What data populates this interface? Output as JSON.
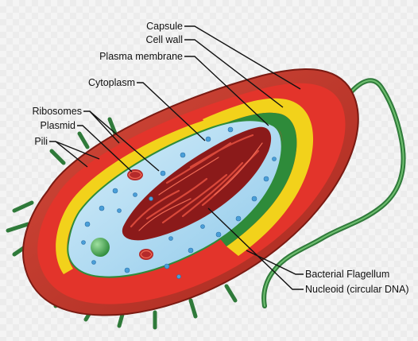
{
  "labels": {
    "capsule": "Capsule",
    "cell_wall": "Cell wall",
    "plasma_membrane": "Plasma membrane",
    "cytoplasm": "Cytoplasm",
    "ribosomes": "Ribosomes",
    "plasmid": "Plasmid",
    "pili": "Pili",
    "flagellum": "Bacterial Flagellum",
    "nucleoid": "Nucleoid (circular DNA)"
  },
  "colors": {
    "capsule": "#c0392b",
    "cell_wall": "#e3342b",
    "plasma_membrane_outer": "#f2d21b",
    "plasma_membrane_inner": "#2e8b3a",
    "cytoplasm": "#a9d8f0",
    "nucleoid": "#8b1a1a",
    "flagellum": "#2f7a3a",
    "ribosome": "#4a9fd8",
    "plasmid": "#b52a2a",
    "leader_line": "#111111"
  }
}
